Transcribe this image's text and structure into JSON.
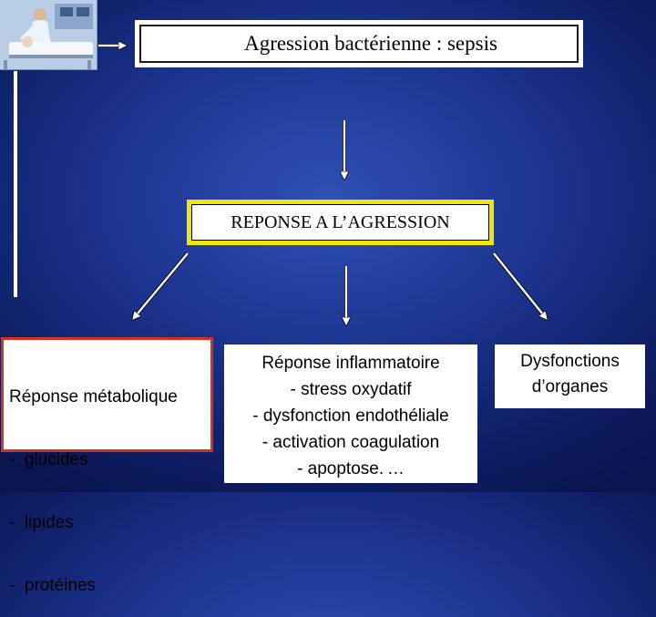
{
  "boxes": {
    "top": "Agression bactérienne : sepsis",
    "middle": "REPONSE A L’AGRESSION",
    "left": [
      "Réponse métabolique",
      "-  glucides",
      "-  lipides",
      "-  protéines"
    ],
    "center": [
      "Réponse inflammatoire",
      "- stress oxydatif",
      "- dysfonction endothéliale",
      "- activation coagulation",
      "- apoptose. …"
    ],
    "right": [
      "Dysfonctions",
      "d’organes"
    ]
  },
  "colors": {
    "background": "#1c348f",
    "box": "#ffffff",
    "middle_border": "#f0e60f",
    "left_border": "#d9301e",
    "arrow": "#ffffff"
  }
}
